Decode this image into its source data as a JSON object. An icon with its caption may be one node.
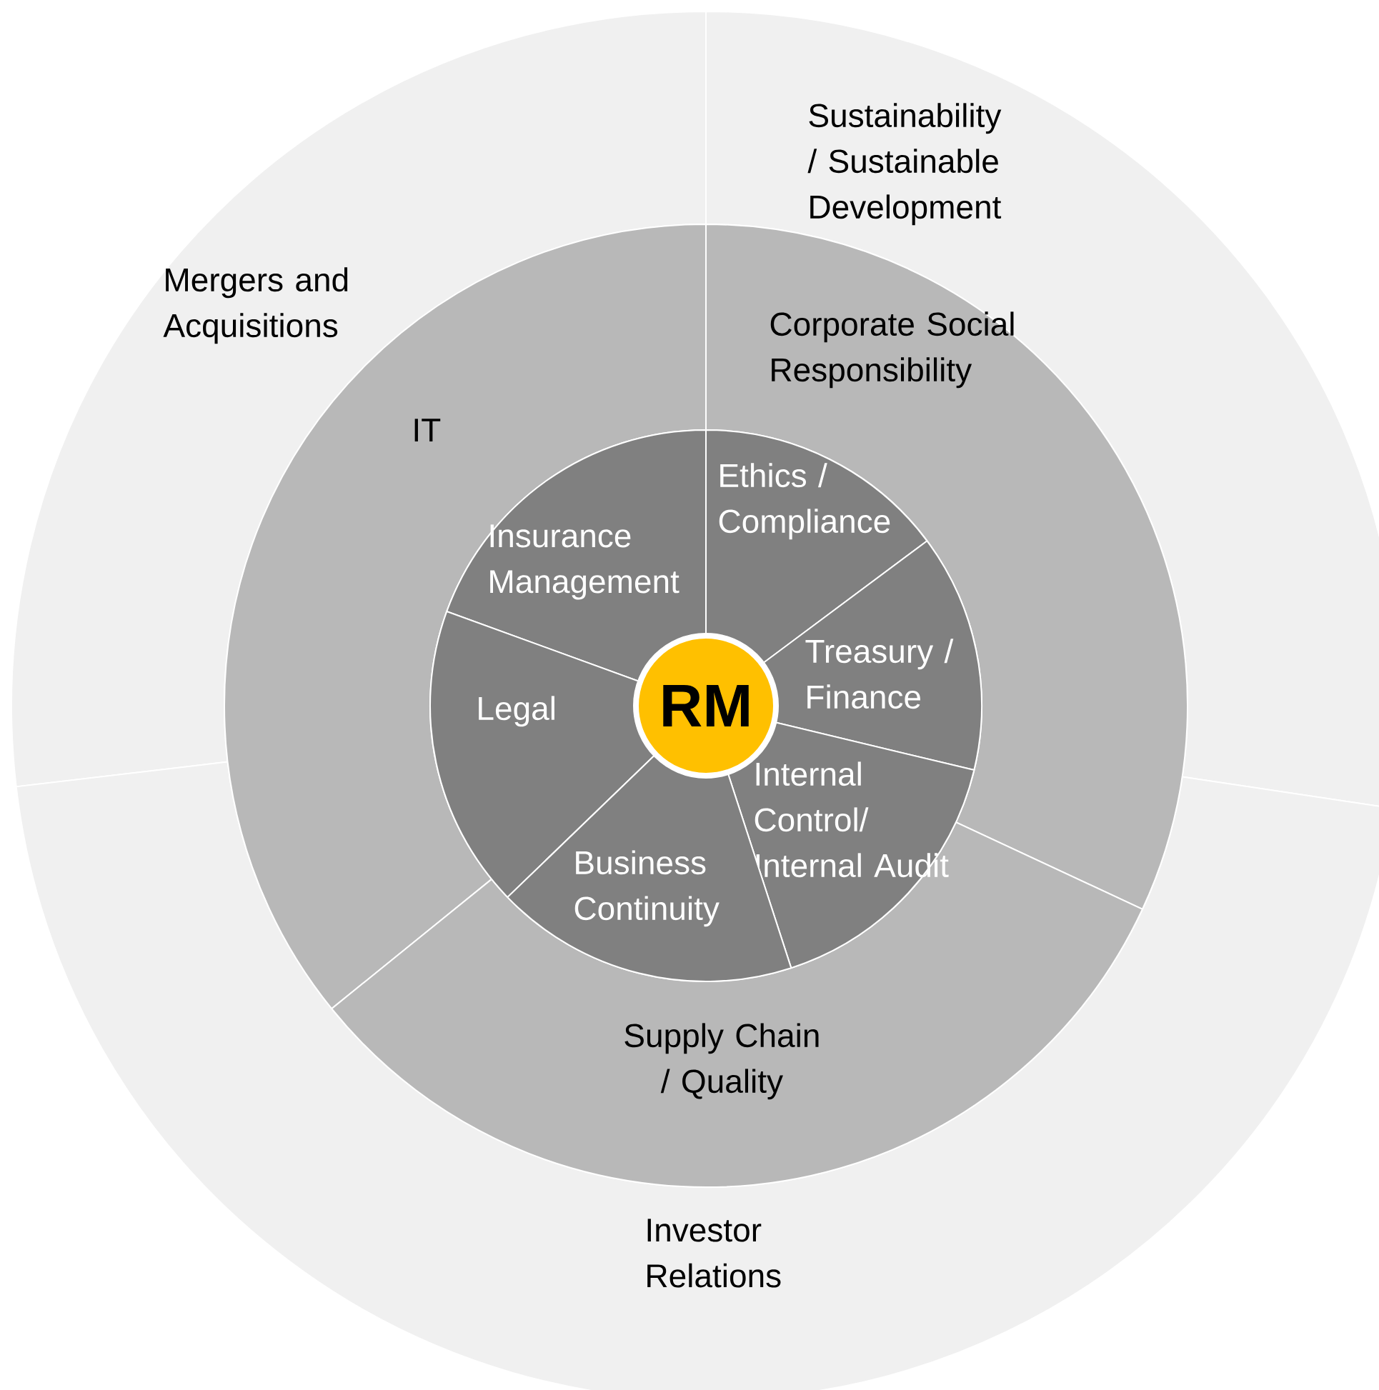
{
  "diagram": {
    "nodes": [
      {
        "text": [
          "Sustainability / Sustainable Development"
        ]
      },
      {
        "text": [
          "Mergers and Acquisitions"
        ]
      },
      {
        "text": [
          "Investor Relations"
        ]
      },
      {
        "text": [
          "Corporate Social Responsibility"
        ]
      },
      {
        "text": [
          "IT"
        ]
      },
      {
        "text": [
          "Supply Chain / Quality"
        ]
      },
      {
        "text": [
          "Ethics / Compliance"
        ]
      },
      {
        "text": [
          "Insurance Management"
        ]
      },
      {
        "text": [
          "Treasury / Finance"
        ]
      },
      {
        "text": [
          "Legal"
        ]
      },
      {
        "text": [
          "Internal Control/ Internal Audit"
        ]
      },
      {
        "text": [
          "Business Continuity"
        ]
      },
      {
        "text": [
          "RM"
        ]
      }
    ]
  }
}
